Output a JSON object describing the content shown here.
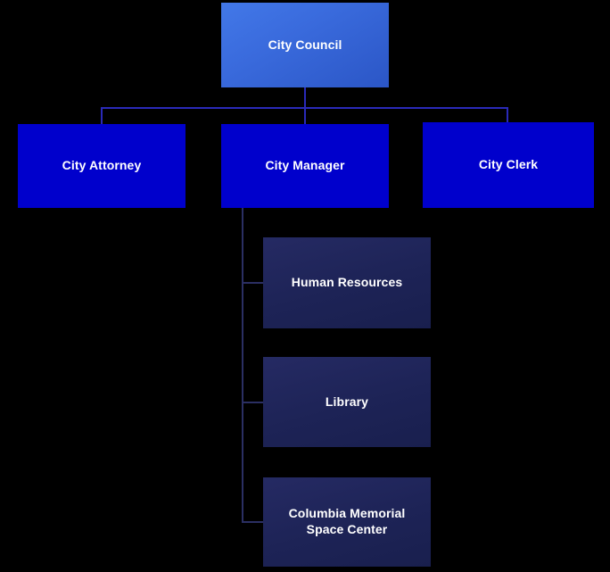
{
  "chart": {
    "type": "org-chart",
    "title": "",
    "background_color": "#000000",
    "connector_color": "#2a2ab8",
    "connector_color_secondary": "#2b2f63",
    "text_color": "#ffffff",
    "levels": [
      {
        "level": 1,
        "style_color": "#3a6bdd",
        "nodes": [
          {
            "id": "city-council",
            "label": "City Council"
          }
        ]
      },
      {
        "level": 2,
        "style_color": "#0000cc",
        "nodes": [
          {
            "id": "city-attorney",
            "label": "City Attorney",
            "parent": "city-council"
          },
          {
            "id": "city-manager",
            "label": "City Manager",
            "parent": "city-council"
          },
          {
            "id": "city-clerk",
            "label": "City Clerk",
            "parent": "city-council"
          }
        ]
      },
      {
        "level": 3,
        "style_color": "#1d2356",
        "nodes": [
          {
            "id": "human-resources",
            "label": "Human Resources",
            "parent": "city-manager"
          },
          {
            "id": "library",
            "label": "Library",
            "parent": "city-manager"
          },
          {
            "id": "columbia-memorial-space-center",
            "label": "Columbia Memorial\nSpace Center",
            "parent": "city-manager"
          }
        ]
      }
    ]
  }
}
